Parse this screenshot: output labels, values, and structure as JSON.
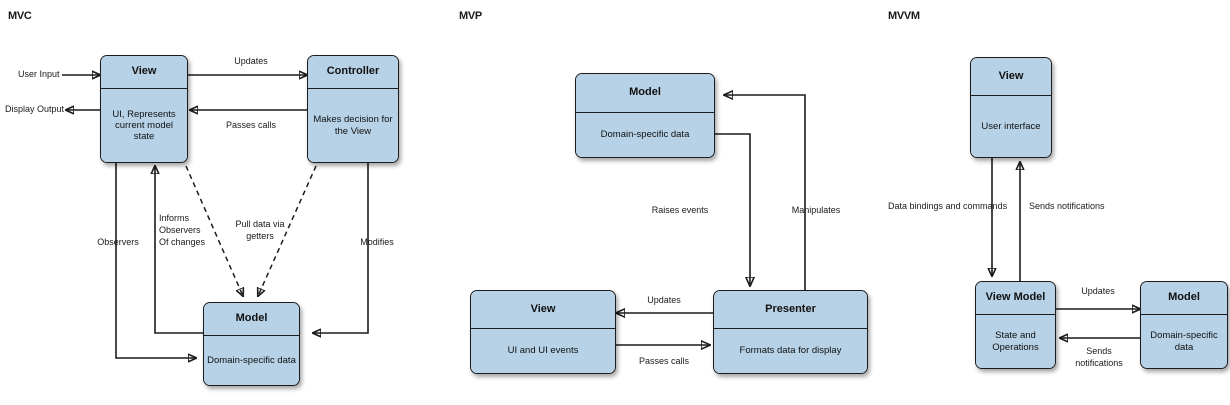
{
  "diagram": {
    "title_mvc": "MVC",
    "title_mvp": "MVP",
    "title_mvvm": "MVVM"
  },
  "mvc": {
    "title": "MVC",
    "boxes": {
      "view": {
        "head": "View",
        "body": "UI, Represents current model state"
      },
      "controller": {
        "head": "Controller",
        "body": "Makes decision for the View"
      },
      "model": {
        "head": "Model",
        "body": "Domain-specific data"
      }
    },
    "labels": {
      "user_input": "User Input",
      "display_output": "Display Output",
      "updates": "Updates",
      "passes_calls": "Passes calls",
      "observers": "Observers",
      "informs_observers": "Informs\nObservers\nOf changes",
      "pull_data": "Pull data via\ngetters",
      "modifies": "Modifies"
    }
  },
  "mvp": {
    "title": "MVP",
    "boxes": {
      "model": {
        "head": "Model",
        "body": "Domain-specific data"
      },
      "view": {
        "head": "View",
        "body": "UI and UI events"
      },
      "presenter": {
        "head": "Presenter",
        "body": "Formats data for display"
      }
    },
    "labels": {
      "raises_events": "Raises events",
      "manipulates": "Manipulates",
      "updates": "Updates",
      "passes_calls": "Passes calls"
    }
  },
  "mvvm": {
    "title": "MVVM",
    "boxes": {
      "view": {
        "head": "View",
        "body": "User interface"
      },
      "view_model": {
        "head": "View Model",
        "body": "State and Operations"
      },
      "model": {
        "head": "Model",
        "body": "Domain-specific data"
      }
    },
    "labels": {
      "data_bindings": "Data bindings and commands",
      "sends_notifications_view": "Sends notifications",
      "updates": "Updates",
      "sends_notifications_model": "Sends\nnotifications"
    }
  },
  "colors": {
    "box_fill": "#b7d2e6",
    "box_stroke": "#1c1c1c",
    "text": "#111111",
    "background": "#ffffff"
  }
}
